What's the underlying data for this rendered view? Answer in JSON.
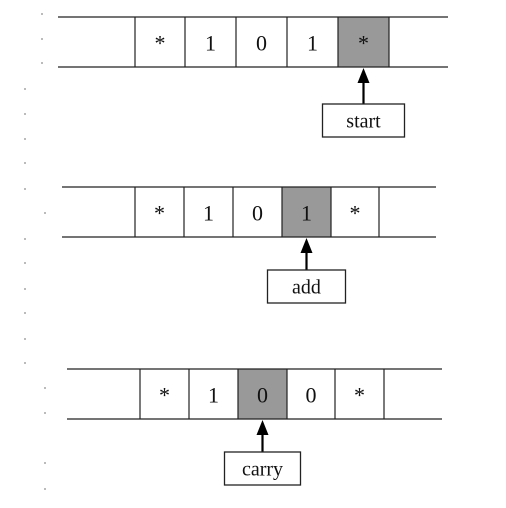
{
  "tapes": [
    {
      "cells": [
        "",
        "*",
        "1",
        "0",
        "1",
        "*",
        ""
      ],
      "head_index": 5,
      "state_label": "start"
    },
    {
      "cells": [
        "",
        "*",
        "1",
        "0",
        "1",
        "*",
        ""
      ],
      "head_index": 4,
      "state_label": "add"
    },
    {
      "cells": [
        "",
        "*",
        "1",
        "0",
        "0",
        "*",
        ""
      ],
      "head_index": 3,
      "state_label": "carry"
    }
  ],
  "colors": {
    "line": "#222222",
    "head_fill": "#999999",
    "background": "#ffffff"
  }
}
